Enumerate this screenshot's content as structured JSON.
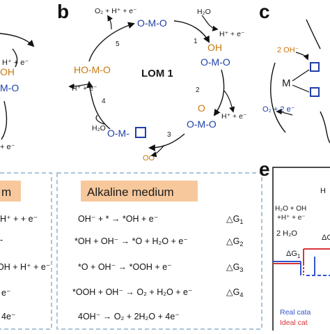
{
  "panels": {
    "a": {
      "h_e": "H⁺ + e⁻",
      "oh": "OH",
      "mo": "M-O",
      "bottom_h_e": "+ e⁻"
    },
    "b": {
      "label": "b",
      "center": "LOM 1",
      "top_products": "O₂ + H⁺ + e⁻",
      "o_m_o": "O-M-O",
      "h2o_top": "H₂O",
      "h_e_right": "H⁺ + e⁻",
      "oh": "OH",
      "o_m_o_2": "O-M-O",
      "h_e_right2": "H⁺ + e⁻",
      "o": "O",
      "o_m_o_3": "O-M-O",
      "oo": "OO",
      "o_m": "O-M-",
      "h2o_left": "H₂O",
      "h_m_o": "HO-M-O",
      "h_e_left": "H⁺ + e⁻",
      "steps": [
        "1",
        "2",
        "3",
        "4",
        "5"
      ]
    },
    "c": {
      "label": "c",
      "oh": "2 OH⁻",
      "m": "M",
      "products": "O₂ + 2 e⁻"
    },
    "e": {
      "label": "e",
      "h_plus": "H",
      "species1": "H₂O + OH",
      "species2": "+H⁺ + e⁻",
      "water": "2 H₂O",
      "dg1": "ΔG",
      "dg1_sub": "1",
      "dg_partial": "ΔC",
      "legend_real": "Real cata",
      "legend_ideal": "Ideal cat"
    }
  },
  "acid_box": {
    "title_partial": "m",
    "lines": [
      "H⁺ + + e⁻",
      "-",
      "OH + H⁺ + e⁻",
      "e⁻",
      "4e⁻"
    ]
  },
  "alkaline_box": {
    "title": "Alkaline medium",
    "equations": [
      {
        "text": "OH⁻ + * → *OH + e⁻",
        "dg": "△G",
        "sub": "1"
      },
      {
        "text": "*OH + OH⁻ → *O + H₂O + e⁻",
        "dg": "△G",
        "sub": "2"
      },
      {
        "text": "*O + OH⁻ → *OOH + e⁻",
        "dg": "△G",
        "sub": "3"
      },
      {
        "text": "*OOH + OH⁻ → O₂ + H₂O + e⁻",
        "dg": "△G",
        "sub": "4"
      },
      {
        "text": "4OH⁻ → O₂ + 2H₂O + 4e⁻",
        "dg": "",
        "sub": ""
      }
    ]
  },
  "colors": {
    "blue": "#1f3ea8",
    "orange": "#c8780e",
    "title_fill": "#f7c89c",
    "dash": "#8fb1cc",
    "real": "#3355cc",
    "ideal": "#d8343a"
  }
}
